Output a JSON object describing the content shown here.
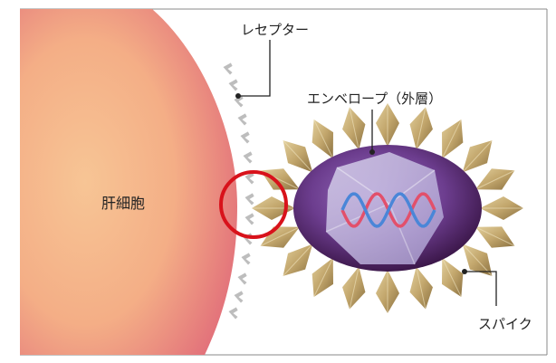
{
  "labels": {
    "liver_cell": "肝細胞",
    "receptor": "レセプター",
    "envelope": "エンベロープ（外層）",
    "spike": "スパイク"
  },
  "colors": {
    "cell_inner": "#f6c193",
    "cell_outer": "#e8757a",
    "virus_light": "#8e63b6",
    "virus_dark": "#3b1650",
    "spike": "#c8b078",
    "highlight_circle": "#d8121b",
    "receptor": "#bdbdbd",
    "dna_red": "#e2506b",
    "dna_blue": "#4a86d8"
  }
}
